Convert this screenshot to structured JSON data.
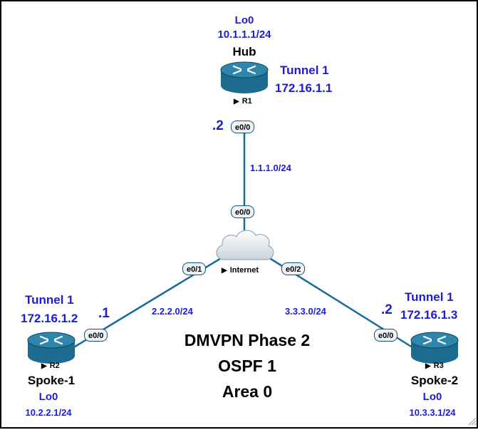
{
  "hub": {
    "lo_name": "Lo0",
    "lo_ip": "10.1.1.1/24",
    "name": "Hub",
    "tunnel_name": "Tunnel 1",
    "tunnel_ip": "172.16.1.1",
    "router_tag": "R1",
    "port": "e0/0",
    "host_suffix": ".2"
  },
  "link_hub": {
    "subnet": "1.1.1.0/24"
  },
  "internet": {
    "label": "Internet",
    "port_top": "e0/0",
    "port_left": "e0/1",
    "port_right": "e0/2"
  },
  "spoke1": {
    "tunnel_name": "Tunnel 1",
    "tunnel_ip": "172.16.1.2",
    "host_suffix": ".1",
    "port": "e0/0",
    "router_tag": "R2",
    "name": "Spoke-1",
    "lo_name": "Lo0",
    "lo_ip": "10.2.2.1/24"
  },
  "link_spoke1": {
    "subnet": "2.2.2.0/24"
  },
  "spoke2": {
    "tunnel_name": "Tunnel 1",
    "tunnel_ip": "172.16.1.3",
    "host_suffix": ".2",
    "port": "e0/0",
    "router_tag": "R3",
    "name": "Spoke-2",
    "lo_name": "Lo0",
    "lo_ip": "10.3.3.1/24"
  },
  "link_spoke2": {
    "subnet": "3.3.3.0/24"
  },
  "caption": {
    "line1": "DMVPN Phase 2",
    "line2": "OSPF 1",
    "line3": "Area 0"
  },
  "colors": {
    "link": "#156c9c",
    "text_blue": "#1c1cd6",
    "router_body": "#1d6b8e",
    "router_top": "#2f86ad"
  }
}
